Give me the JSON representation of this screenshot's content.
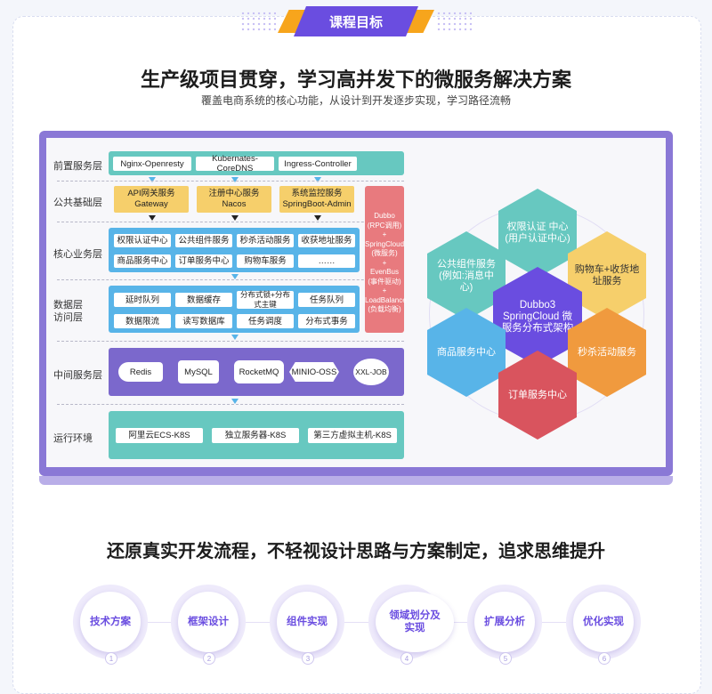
{
  "badge": {
    "title": "课程目标"
  },
  "headline": "生产级项目贯穿，学习高并发下的微服务解决方案",
  "subheadline": "覆盖电商系统的核心功能，从设计到开发逐步实现，学习路径流畅",
  "arch": {
    "rows": {
      "front": {
        "label": "前置服务层",
        "items": [
          "Nginx-Openresty",
          "Kubernates-CoreDNS",
          "Ingress-Controller"
        ]
      },
      "base": {
        "label": "公共基础层",
        "items": [
          [
            "API网关服务",
            "Gateway"
          ],
          [
            "注册中心服务",
            "Nacos"
          ],
          [
            "系统监控服务",
            "SpringBoot-Admin"
          ]
        ]
      },
      "core": {
        "label": "核心业务层",
        "items": [
          "权限认证中心",
          "公共组件服务",
          "秒杀活动服务",
          "收获地址服务",
          "商品服务中心",
          "订单服务中心",
          "购物车服务",
          "……"
        ]
      },
      "data": {
        "label1": "数据层",
        "label2": "访问层",
        "items": [
          "延时队列",
          "数据缓存",
          "分布式锁+分布式主键",
          "任务队列",
          "数据限流",
          "读写数据库",
          "任务调度",
          "分布式事务"
        ]
      },
      "mid": {
        "label": "中间服务层",
        "items": [
          "Redis",
          "MySQL",
          "RocketMQ",
          "MINIO-OSS",
          "XXL-JOB"
        ]
      },
      "run": {
        "label": "运行环境",
        "items": [
          "阿里云ECS-K8S",
          "独立服务器-K8S",
          "第三方虚拟主机-K8S"
        ]
      }
    },
    "side": [
      "Dubbo",
      "(RPC调用)",
      "+",
      "SpringCloud",
      "(微服务)",
      "+",
      "EvenBus",
      "(事件驱动)",
      "+",
      "LoadBalance",
      "(负载均衡)"
    ]
  },
  "hexes": {
    "center": "Dubbo3 SpringCloud 微服务分布式架构",
    "auth": "权限认证 中心 (用户认证中心)",
    "common": "公共组件服务 (例如:消息中心)",
    "cart": "购物车+收货地址服务",
    "product": "商品服务中心",
    "seckill": "秒杀活动服务",
    "order": "订单服务中心"
  },
  "colors": {
    "purple": "#6a4de0",
    "teal": "#67c8c0",
    "yellow": "#f6cf6b",
    "blue": "#58b4e8",
    "red": "#e87a7e"
  },
  "section2": {
    "title": "还原真实开发流程，不轻视设计思路与方案制定，追求思维提升"
  },
  "steps": [
    {
      "label": "技术方案",
      "num": "1"
    },
    {
      "label": "框架设计",
      "num": "2"
    },
    {
      "label": "组件实现",
      "num": "3"
    },
    {
      "label": "领域划分及实现",
      "num": "4"
    },
    {
      "label": "扩展分析",
      "num": "5"
    },
    {
      "label": "优化实现",
      "num": "6"
    }
  ]
}
